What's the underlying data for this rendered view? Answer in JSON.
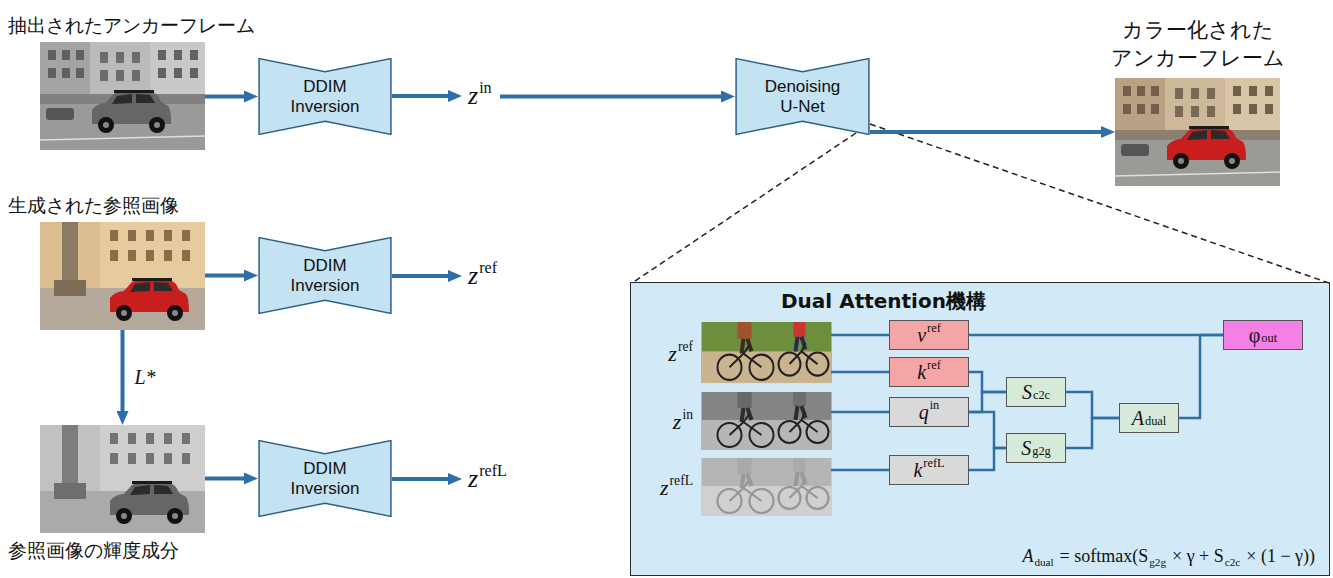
{
  "diagram": {
    "nodes": [
      {
        "text": [
          "抽出されたアンカーフレーム"
        ]
      },
      {
        "text": [
          "DDIM Inversion"
        ]
      },
      {
        "text": [
          "z",
          "in"
        ]
      },
      {
        "text": [
          "Denoising U-Net"
        ]
      },
      {
        "text": [
          "カラー化された アンカーフレーム"
        ]
      },
      {
        "text": [
          "生成された参照画像"
        ]
      },
      {
        "text": [
          "DDIM Inversion"
        ]
      },
      {
        "text": [
          "z",
          "ref"
        ]
      },
      {
        "text": [
          "参照画像の輝度成分"
        ]
      },
      {
        "text": [
          "DDIM Inversion"
        ]
      },
      {
        "text": [
          "z",
          "refL"
        ]
      },
      {
        "text": [
          "Dual Attention機構"
        ]
      },
      {
        "text": [
          "z",
          "ref"
        ],
        "in": 11
      },
      {
        "text": [
          "z",
          "in"
        ],
        "in": 11
      },
      {
        "text": [
          "z",
          "refL"
        ],
        "in": 11
      },
      {
        "text": [
          "v",
          "ref"
        ],
        "in": 11
      },
      {
        "text": [
          "k",
          "ref"
        ],
        "in": 11
      },
      {
        "text": [
          "q",
          "in"
        ],
        "in": 11
      },
      {
        "text": [
          "k",
          "refL"
        ],
        "in": 11
      },
      {
        "text": [
          "S",
          "c2c"
        ],
        "in": 11
      },
      {
        "text": [
          "S",
          "g2g"
        ],
        "in": 11
      },
      {
        "text": [
          "A",
          "dual"
        ],
        "in": 11
      },
      {
        "text": [
          "φ",
          "out"
        ],
        "in": 11
      }
    ],
    "edges": [
      {
        "from": 0,
        "to": 1,
        "arrow": "to"
      },
      {
        "from": 1,
        "to": 2,
        "arrow": "to"
      },
      {
        "from": 2,
        "to": 3,
        "arrow": "to"
      },
      {
        "from": 3,
        "to": 4,
        "arrow": "to"
      },
      {
        "from": 5,
        "to": 6,
        "arrow": "to"
      },
      {
        "from": 6,
        "to": 7,
        "arrow": "to"
      },
      {
        "from": 5,
        "to": 8,
        "label": "L*",
        "arrow": "to"
      },
      {
        "from": 8,
        "to": 9,
        "arrow": "to"
      },
      {
        "from": 9,
        "to": 10,
        "arrow": "to"
      },
      {
        "from": 12,
        "to": 15,
        "arrow": "none"
      },
      {
        "from": 12,
        "to": 16,
        "arrow": "none"
      },
      {
        "from": 13,
        "to": 17,
        "arrow": "none"
      },
      {
        "from": 14,
        "to": 18,
        "arrow": "none"
      },
      {
        "from": 16,
        "to": 19,
        "arrow": "none"
      },
      {
        "from": 17,
        "to": 19,
        "arrow": "none"
      },
      {
        "from": 17,
        "to": 20,
        "arrow": "none"
      },
      {
        "from": 18,
        "to": 20,
        "arrow": "none"
      },
      {
        "from": 19,
        "to": 21,
        "arrow": "none"
      },
      {
        "from": 20,
        "to": 21,
        "arrow": "none"
      },
      {
        "from": 21,
        "to": 22,
        "arrow": "none"
      },
      {
        "from": 15,
        "to": 22,
        "arrow": "none"
      }
    ],
    "labels": [
      "A",
      "dual",
      "= softmax(S",
      "g2g",
      "× γ + S",
      "c2c",
      "× (1 − γ))"
    ]
  }
}
